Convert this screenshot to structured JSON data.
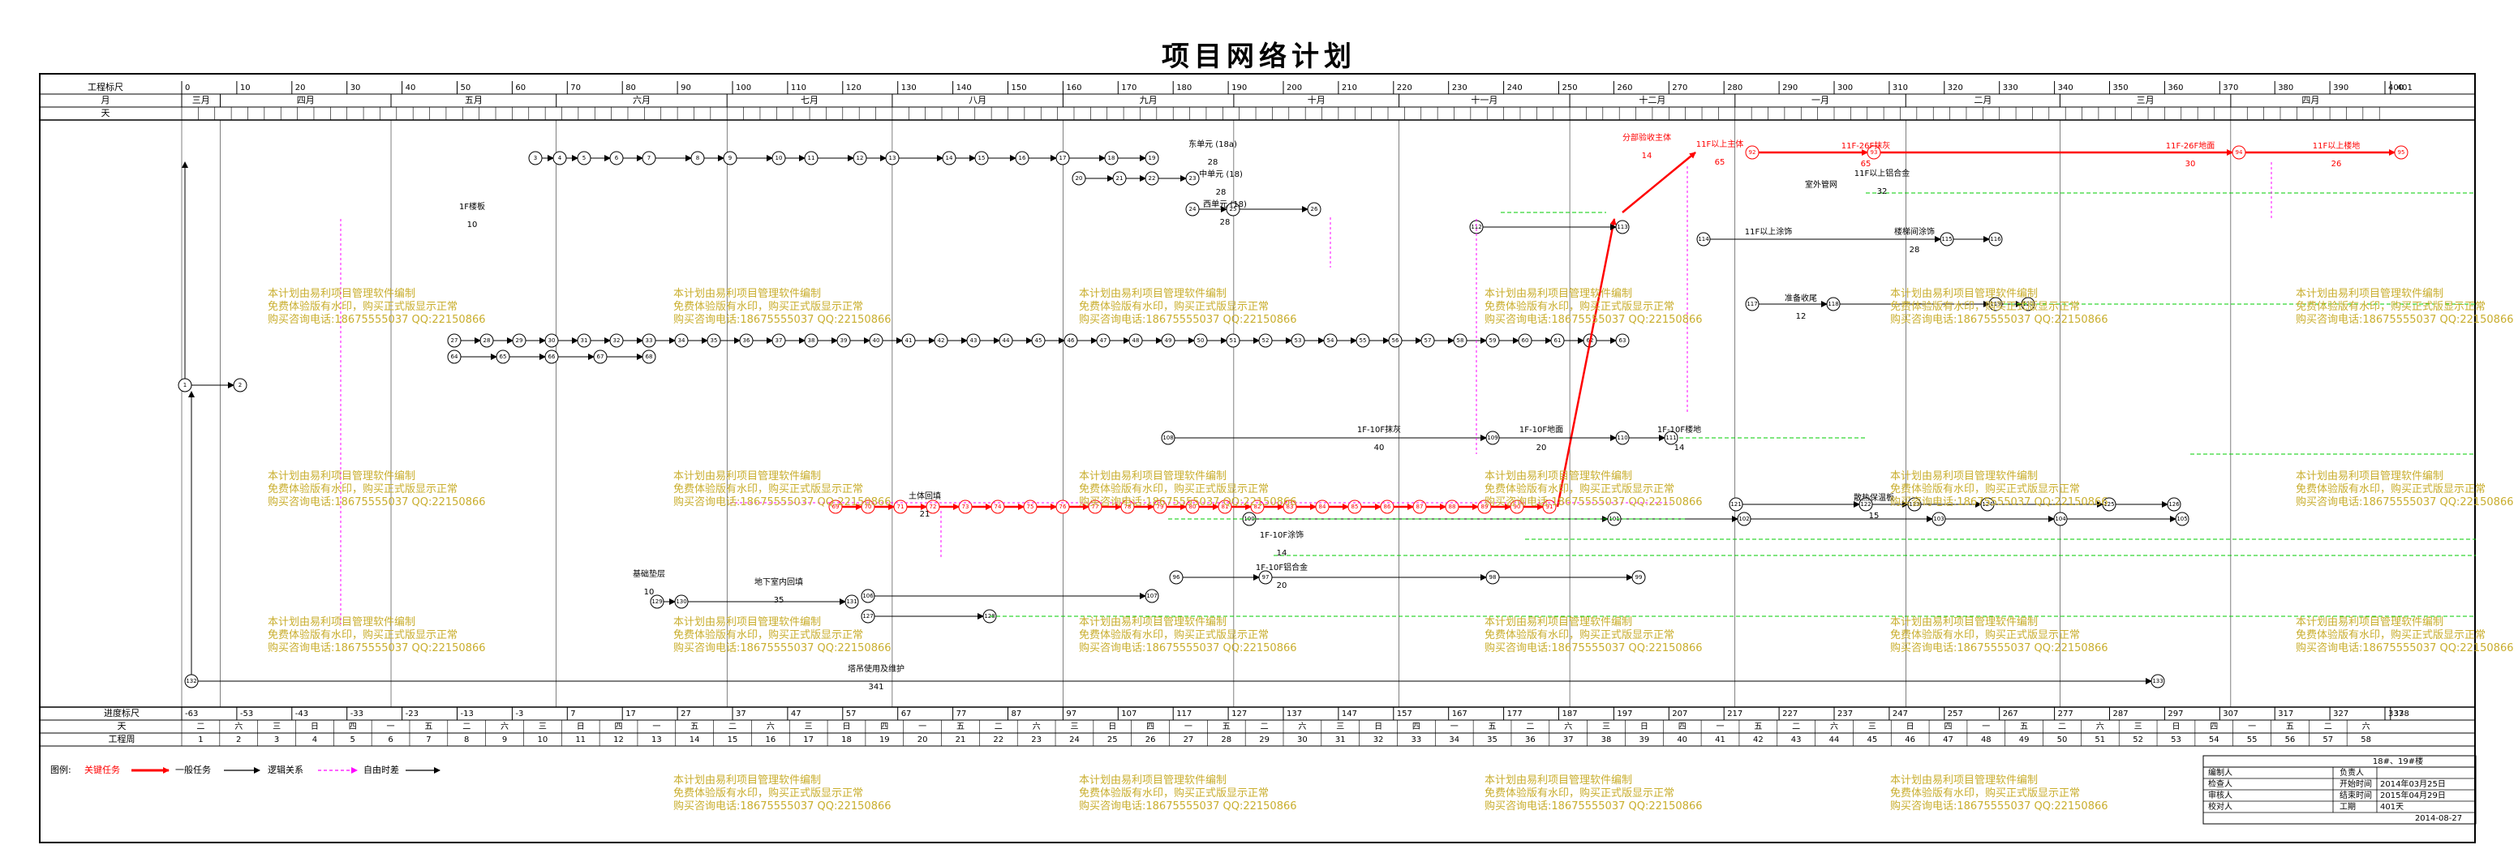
{
  "title": "项目网络计划",
  "header": {
    "row_labels": [
      "工程标尺",
      "月",
      "天"
    ],
    "bottom_labels": [
      "进度标尺",
      "天",
      "工程周"
    ],
    "project_ticks": [
      "0",
      "10",
      "20",
      "30",
      "40",
      "50",
      "60",
      "70",
      "80",
      "90",
      "100",
      "110",
      "120",
      "130",
      "140",
      "150",
      "160",
      "170",
      "180",
      "190",
      "200",
      "210",
      "220",
      "230",
      "240",
      "250",
      "260",
      "270",
      "280",
      "290",
      "300",
      "310",
      "320",
      "330",
      "340",
      "350",
      "360",
      "370",
      "380",
      "390",
      "400",
      "401"
    ],
    "months": [
      "三月",
      "四月",
      "五月",
      "六月",
      "七月",
      "八月",
      "九月",
      "十月",
      "十一月",
      "十二月",
      "一月",
      "二月",
      "三月",
      "四月"
    ],
    "progress_ticks": [
      "-63",
      "-53",
      "-43",
      "-33",
      "-23",
      "-13",
      "-3",
      "7",
      "17",
      "27",
      "37",
      "47",
      "57",
      "67",
      "77",
      "87",
      "97",
      "107",
      "117",
      "127",
      "137",
      "147",
      "157",
      "167",
      "177",
      "187",
      "197",
      "207",
      "217",
      "227",
      "237",
      "247",
      "257",
      "267",
      "277",
      "287",
      "297",
      "307",
      "317",
      "327",
      "337",
      "338"
    ],
    "weekdays": [
      "二",
      "六",
      "三",
      "日",
      "四",
      "一",
      "五",
      "二",
      "六",
      "三",
      "日",
      "四",
      "一",
      "五",
      "二",
      "六",
      "三",
      "日",
      "四",
      "一",
      "五",
      "二",
      "六",
      "三",
      "日",
      "四",
      "一",
      "五",
      "二",
      "六",
      "三",
      "日",
      "四",
      "一",
      "五",
      "二",
      "六",
      "三",
      "日",
      "四",
      "一",
      "五",
      "二",
      "六",
      "三",
      "日",
      "四",
      "一",
      "五",
      "二",
      "六",
      "三",
      "日",
      "四",
      "一",
      "五",
      "二",
      "六"
    ],
    "weeks": [
      "1",
      "2",
      "3",
      "4",
      "5",
      "6",
      "7",
      "8",
      "9",
      "10",
      "11",
      "12",
      "13",
      "14",
      "15",
      "16",
      "17",
      "18",
      "19",
      "20",
      "21",
      "22",
      "23",
      "24",
      "25",
      "26",
      "27",
      "28",
      "29",
      "30",
      "31",
      "32",
      "33",
      "34",
      "35",
      "36",
      "37",
      "38",
      "39",
      "40",
      "41",
      "42",
      "43",
      "44",
      "45",
      "46",
      "47",
      "48",
      "49",
      "50",
      "51",
      "52",
      "53",
      "54",
      "55",
      "56",
      "57",
      "58"
    ]
  },
  "legend": {
    "label": "图例:",
    "critical": "关键任务",
    "normal": "一般任务",
    "logic": "逻辑关系",
    "float": "自由时差"
  },
  "tasks": [
    {
      "name": "11F以上主体",
      "duration": "65"
    },
    {
      "name": "11F-26F抹灰",
      "duration": "65"
    },
    {
      "name": "11F-26F地面",
      "duration": "30"
    },
    {
      "name": "11F以上楼地",
      "duration": "26"
    },
    {
      "name": "11F以上铝合金",
      "duration": "32"
    },
    {
      "name": "11F以上涂饰",
      "duration": ""
    },
    {
      "name": "楼梯间涂饰",
      "duration": "28"
    },
    {
      "name": "室外管网",
      "duration": ""
    },
    {
      "name": "准备收尾",
      "duration": "12"
    },
    {
      "name": "散热保温板",
      "duration": "15"
    },
    {
      "name": "1F-10F抹灰",
      "duration": "40"
    },
    {
      "name": "1F-10F地面",
      "duration": "20"
    },
    {
      "name": "1F-10F楼地",
      "duration": "14"
    },
    {
      "name": "1F-10F涂饰",
      "duration": "14"
    },
    {
      "name": "1F-10F铝合金",
      "duration": "20"
    },
    {
      "name": "1F楼板",
      "duration": "10"
    },
    {
      "name": "东单元 (18a)",
      "duration": "28"
    },
    {
      "name": "中单元 (18)",
      "duration": "28"
    },
    {
      "name": "西单元 (18)",
      "duration": "28"
    },
    {
      "name": "地下室内回填",
      "duration": "35"
    },
    {
      "name": "土体回填",
      "duration": "21"
    },
    {
      "name": "基础垫层",
      "duration": "10"
    },
    {
      "name": "塔吊使用及维护",
      "duration": "341"
    },
    {
      "name": "分部验收主体",
      "duration": "14"
    }
  ],
  "watermark": {
    "line1": "本计划由易利项目管理软件编制",
    "line2": "免费体验版有水印，购买正式版显示正常",
    "line3": "购买咨询电话:18675555037 QQ:22150866"
  },
  "info_table": {
    "top": "18#、19#楼",
    "rows": [
      {
        "label": "编制人",
        "key": "负责人",
        "value": ""
      },
      {
        "label": "检查人",
        "key": "开始时间",
        "value": "2014年03月25日"
      },
      {
        "label": "审核人",
        "key": "结束时间",
        "value": "2015年04月29日"
      },
      {
        "label": "校对人",
        "key": "工期",
        "value": "401天"
      }
    ],
    "date": "2014-08-27"
  },
  "colors": {
    "critical": "#ff0000",
    "normal": "#000000",
    "float": "#00cc00",
    "logic": "#ff00ff",
    "watermark": "#c9ae2e"
  }
}
